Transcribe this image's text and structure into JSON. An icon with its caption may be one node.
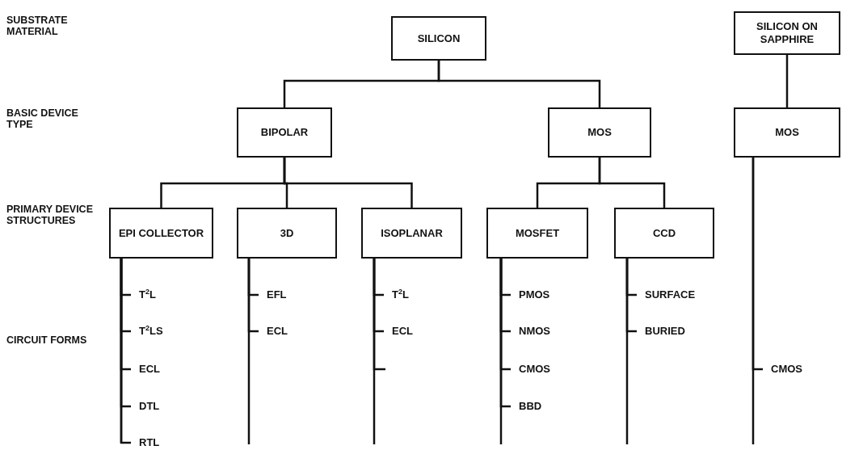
{
  "diagram": {
    "nodes": [
      {
        "text": [
          "SILICON"
        ]
      },
      {
        "text": [
          "SILICON ON SAPPHIRE"
        ]
      },
      {
        "text": [
          "BIPOLAR"
        ]
      },
      {
        "text": [
          "MOS"
        ]
      },
      {
        "text": [
          "MOS"
        ]
      },
      {
        "text": [
          "EPI COLLECTOR"
        ]
      },
      {
        "text": [
          "3D"
        ]
      },
      {
        "text": [
          "ISOPLANAR"
        ]
      },
      {
        "text": [
          "MOSFET"
        ]
      },
      {
        "text": [
          "CCD"
        ]
      },
      {
        "text": [
          "T$^{2}$L"
        ]
      },
      {
        "text": [
          "T$^{2}$LS"
        ]
      },
      {
        "text": [
          "ECL"
        ]
      },
      {
        "text": [
          "DTL"
        ]
      },
      {
        "text": [
          "RTL"
        ]
      },
      {
        "text": [
          "EFL"
        ]
      },
      {
        "text": [
          "ECL"
        ]
      },
      {
        "text": [
          "T$^{2}$L"
        ]
      },
      {
        "text": [
          "ECL"
        ]
      },
      {
        "text": [
          "PMOS"
        ]
      },
      {
        "text": [
          "NMOS"
        ]
      },
      {
        "text": [
          "CMOS"
        ]
      },
      {
        "text": [
          "BBD"
        ]
      },
      {
        "text": [
          "SURFACE"
        ]
      },
      {
        "text": [
          "BURIED"
        ]
      },
      {
        "text": [
          "CMOS"
        ]
      }
    ],
    "edges": [
      {
        "from": 0,
        "to": 2,
        "arrow": "none"
      },
      {
        "from": 0,
        "to": 3,
        "arrow": "none"
      },
      {
        "from": 1,
        "to": 4,
        "arrow": "none"
      },
      {
        "from": 2,
        "to": 5,
        "arrow": "none"
      },
      {
        "from": 2,
        "to": 6,
        "arrow": "none"
      },
      {
        "from": 2,
        "to": 7,
        "arrow": "none"
      },
      {
        "from": 3,
        "to": 8,
        "arrow": "none"
      },
      {
        "from": 3,
        "to": 9,
        "arrow": "none"
      },
      {
        "from": 5,
        "to": 10,
        "arrow": "none"
      },
      {
        "from": 5,
        "to": 11,
        "arrow": "none"
      },
      {
        "from": 5,
        "to": 12,
        "arrow": "none"
      },
      {
        "from": 5,
        "to": 13,
        "arrow": "none"
      },
      {
        "from": 5,
        "to": 14,
        "arrow": "none"
      },
      {
        "from": 6,
        "to": 15,
        "arrow": "none"
      },
      {
        "from": 6,
        "to": 16,
        "arrow": "none"
      },
      {
        "from": 7,
        "to": 17,
        "arrow": "none"
      },
      {
        "from": 7,
        "to": 18,
        "arrow": "none"
      },
      {
        "from": 7,
        "to": null,
        "arrow": "none"
      },
      {
        "from": 8,
        "to": 19,
        "arrow": "none"
      },
      {
        "from": 8,
        "to": 20,
        "arrow": "none"
      },
      {
        "from": 8,
        "to": 21,
        "arrow": "none"
      },
      {
        "from": 8,
        "to": 22,
        "arrow": "none"
      },
      {
        "from": 9,
        "to": 23,
        "arrow": "none"
      },
      {
        "from": 9,
        "to": 24,
        "arrow": "none"
      },
      {
        "from": 4,
        "to": 25,
        "arrow": "none"
      }
    ],
    "labels": [
      "SUBSTRATE MATERIAL",
      "BASIC DEVICE TYPE",
      "PRIMARY DEVICE STRUCTURES",
      "CIRCUIT FORMS"
    ]
  }
}
